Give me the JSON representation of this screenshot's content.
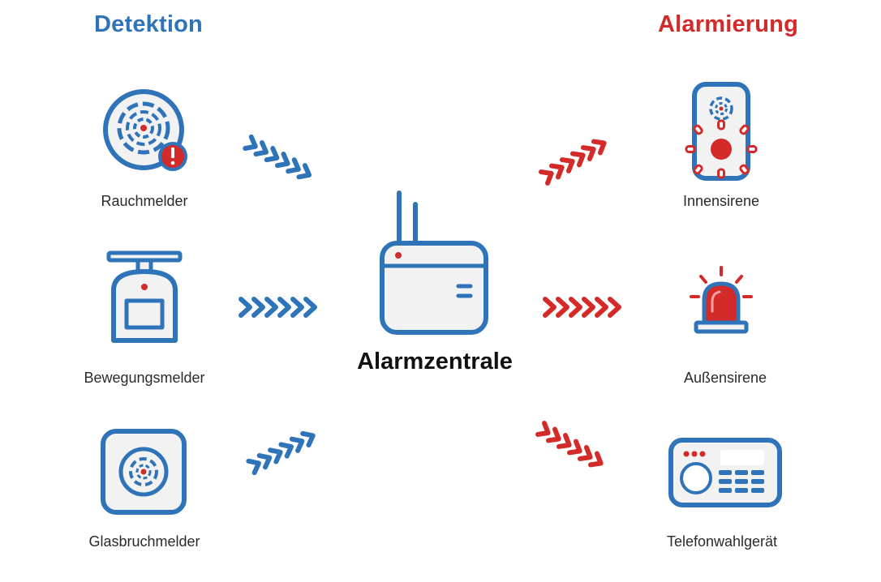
{
  "headings": {
    "detection": "Detektion",
    "alarming": "Alarmierung"
  },
  "center": {
    "label": "Alarmzentrale"
  },
  "detectors": [
    {
      "label": "Rauchmelder",
      "icon": "smoke-detector-icon"
    },
    {
      "label": "Bewegungsmelder",
      "icon": "motion-detector-icon"
    },
    {
      "label": "Glasbruchmelder",
      "icon": "glass-break-detector-icon"
    }
  ],
  "alarms": [
    {
      "label": "Innensirene",
      "icon": "indoor-siren-icon"
    },
    {
      "label": "Außensirene",
      "icon": "outdoor-siren-icon"
    },
    {
      "label": "Telefonwahlgerät",
      "icon": "phone-dialer-icon"
    }
  ],
  "colors": {
    "blue": "#2f73b9",
    "red": "#d32a2a",
    "icon_fill": "#f2f2f2"
  }
}
